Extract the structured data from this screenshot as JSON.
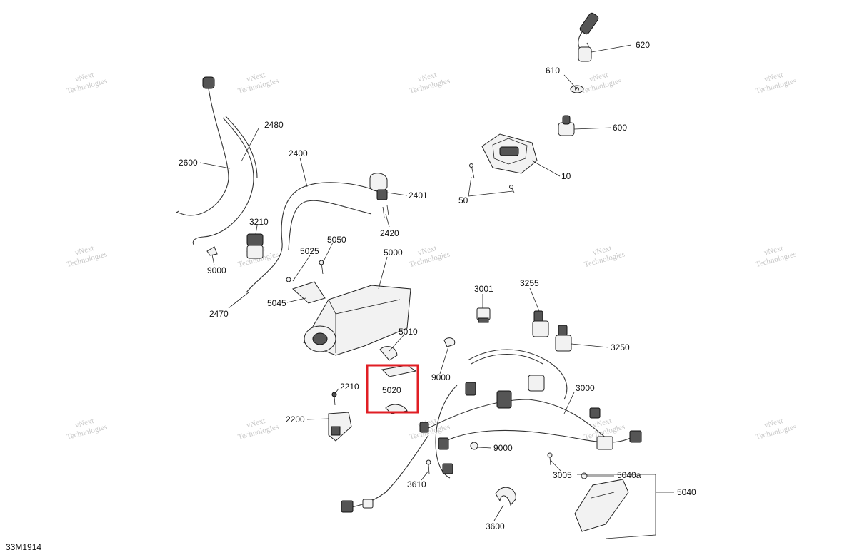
{
  "diagram": {
    "code": "33M1914",
    "highlight_label": "5020",
    "highlight_color": "#e01e24",
    "watermark": [
      "vNext",
      "Technologies"
    ],
    "labels": [
      "620",
      "610",
      "600",
      "10",
      "50",
      "2480",
      "2600",
      "2400",
      "2401",
      "2420",
      "3210",
      "9000",
      "5050",
      "5025",
      "5000",
      "2470",
      "5045",
      "3001",
      "3255",
      "3250",
      "5010",
      "9000",
      "5020",
      "3000",
      "2210",
      "2200",
      "9000",
      "3005",
      "5040a",
      "5040",
      "3610",
      "3600"
    ]
  }
}
